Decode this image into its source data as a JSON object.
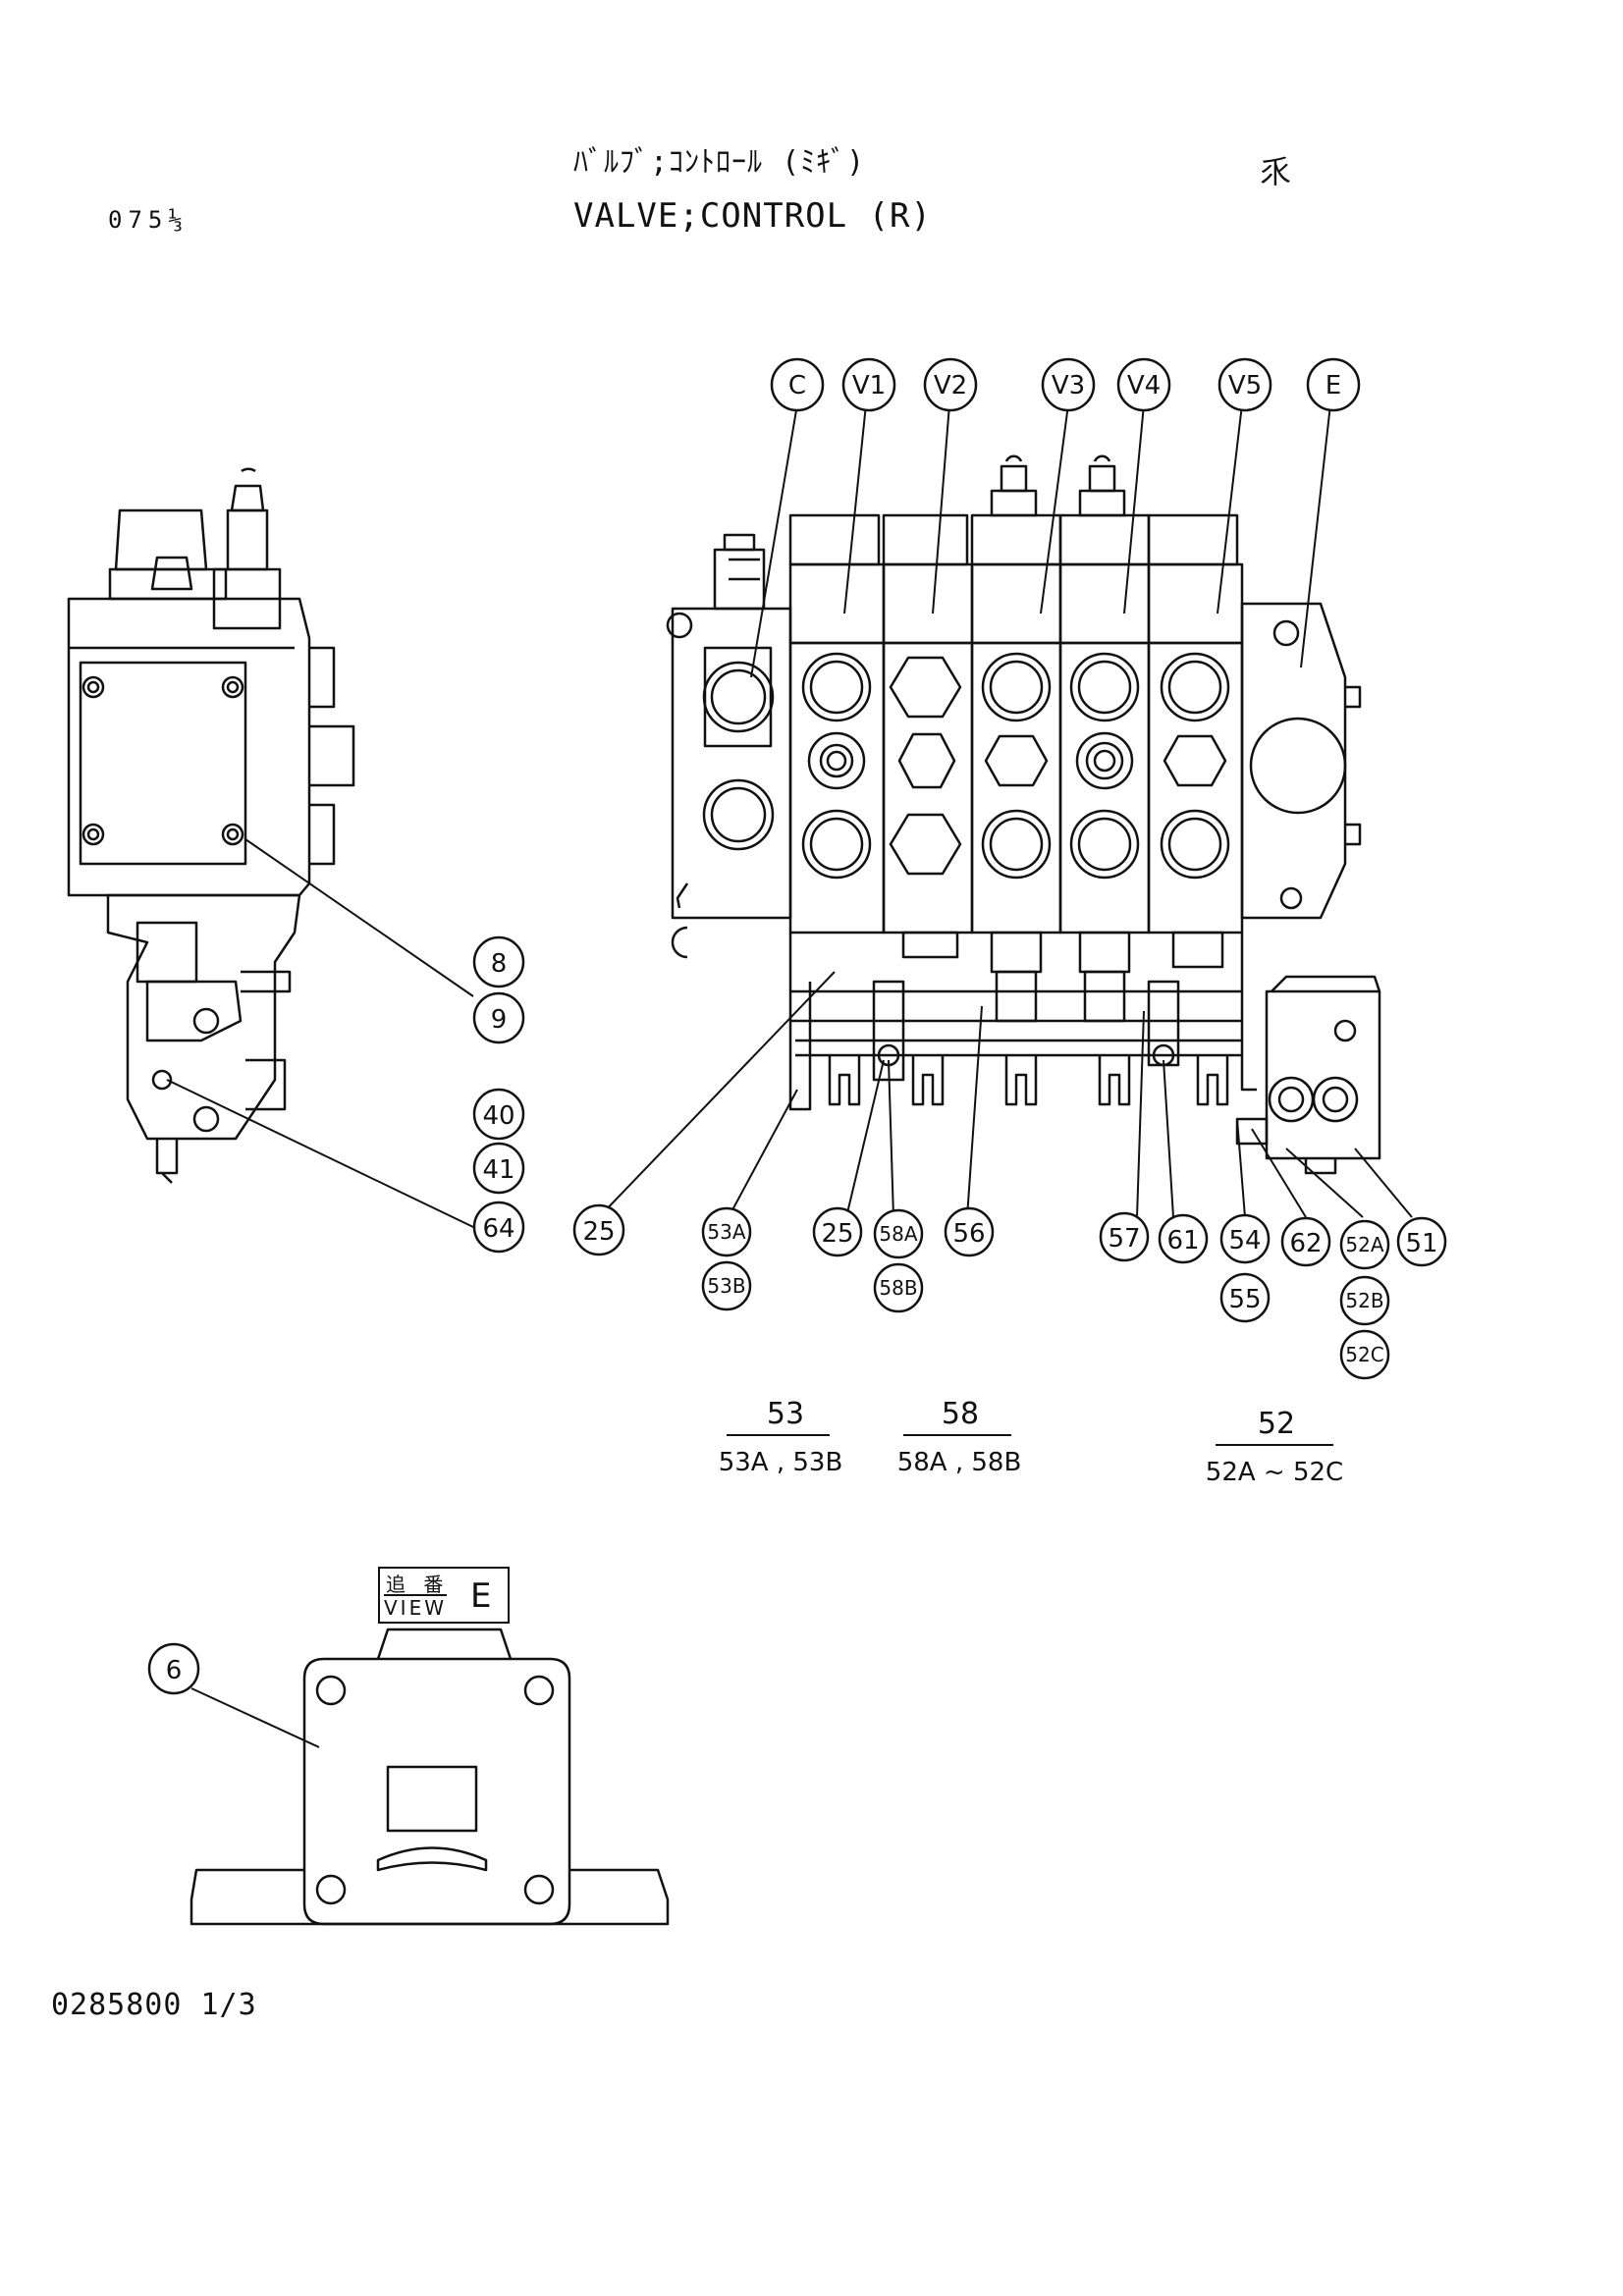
{
  "header": {
    "title_jp": "ﾊﾞﾙﾌﾞ;ｺﾝﾄﾛｰﾙ (ﾐｷﾞ)",
    "title_en": "VALVE;CONTROL (R)",
    "page_code": "075⅓",
    "corner_mark": "乑"
  },
  "footer": {
    "drawing_no": "0285800 1/3"
  },
  "view_label": {
    "kanji": "追 番",
    "view": "VIEW",
    "letter": "E"
  },
  "top_callouts": [
    "C",
    "V1",
    "V2",
    "V3",
    "V4",
    "V5",
    "E"
  ],
  "side_callouts": [
    "8",
    "9",
    "40",
    "41",
    "64"
  ],
  "bottom_callouts": {
    "c25a": "25",
    "c53A": "53A",
    "c53B": "53B",
    "c25b": "25",
    "c58A": "58A",
    "c58B": "58B",
    "c56": "56",
    "c57": "57",
    "c61": "61",
    "c54": "54",
    "c55": "55",
    "c62": "62",
    "c52A": "52A",
    "c52B": "52B",
    "c52C": "52C",
    "c51": "51"
  },
  "view_callouts": [
    "6"
  ],
  "group_labels": [
    {
      "num": "53",
      "members": "53A , 53B"
    },
    {
      "num": "58",
      "members": "58A , 58B"
    },
    {
      "num": "52",
      "members": "52A ~ 52C"
    }
  ]
}
